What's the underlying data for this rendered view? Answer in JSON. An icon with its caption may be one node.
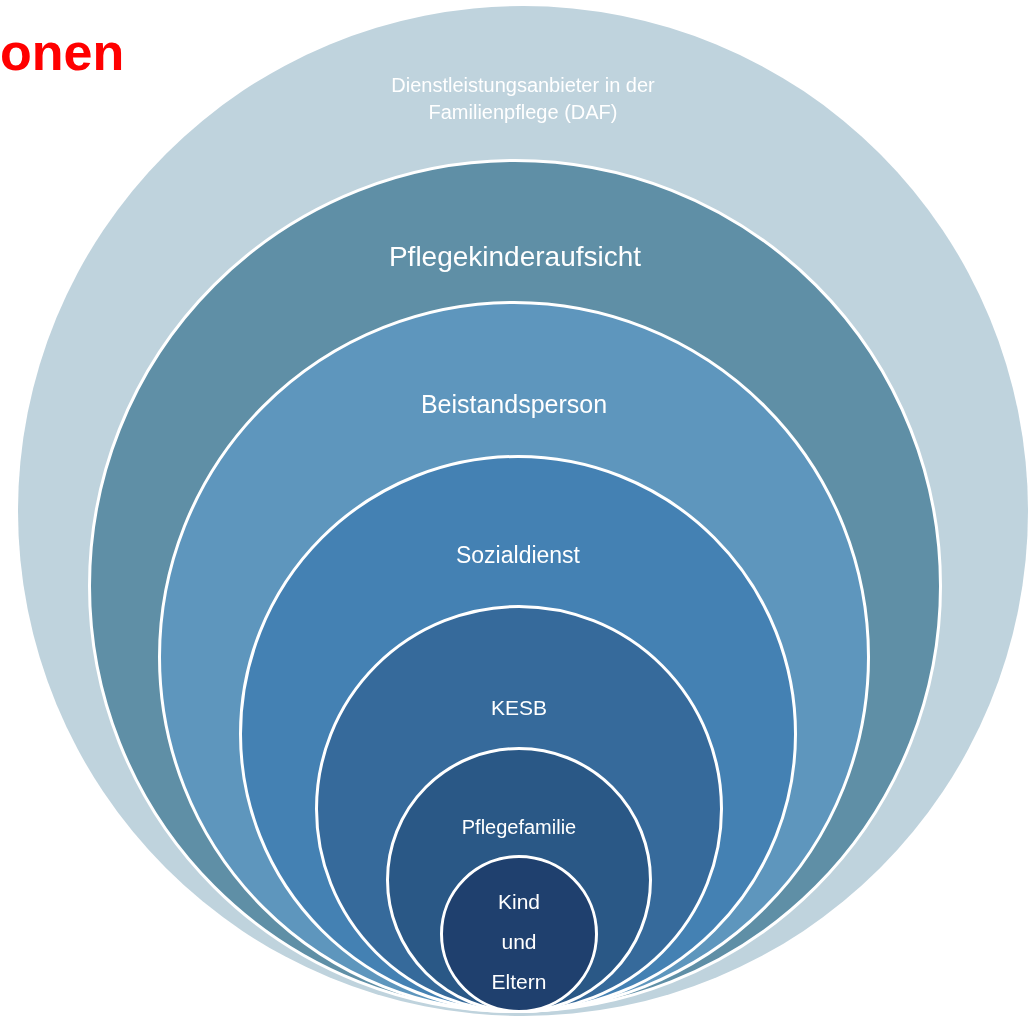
{
  "diagram": {
    "nodes": [
      {
        "text": [
          "Dienstleistungsanbieter in der Familienpflege (DAF)"
        ]
      },
      {
        "text": [
          "Pflegekinderaufsicht"
        ],
        "in": 0
      },
      {
        "text": [
          "Beistandsperson"
        ],
        "in": 1
      },
      {
        "text": [
          "Sozialdienst"
        ],
        "in": 2
      },
      {
        "text": [
          "KESB"
        ],
        "in": 3
      },
      {
        "text": [
          "Pflegefamilie"
        ],
        "in": 4
      },
      {
        "text": [
          "Kind und Eltern"
        ],
        "in": 5
      }
    ],
    "labels": [
      "onen"
    ]
  }
}
